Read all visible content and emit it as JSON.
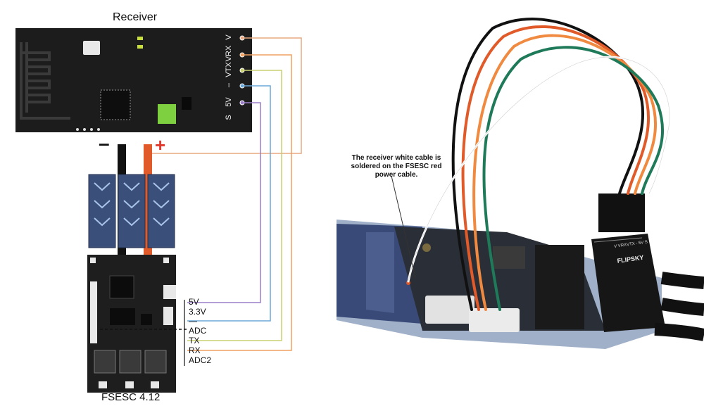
{
  "receiver": {
    "title": "Receiver",
    "pins": [
      "V",
      "VRX",
      "VTX",
      "–",
      "5V",
      "S"
    ]
  },
  "esc": {
    "title": "FSESC 4.12",
    "pins": [
      "5V",
      "3.3V",
      "—",
      "ADC",
      "TX",
      "RX",
      "ADC2"
    ]
  },
  "power_signs": {
    "minus": "–",
    "plus": "+"
  },
  "photo": {
    "callout": "The receiver white cable is soldered on the FSESC red power cable.",
    "module_label": "V VRXVTX - 5V S",
    "module_brand": "FLIPSKY"
  },
  "wire_colors": {
    "V": "#e8a882",
    "VRX": "#f0a060",
    "VTX": "#c8d070",
    "GND": "#6aa8d8",
    "5V": "#9a7fc8",
    "red_power": "#e05a2a",
    "black_power": "#111111"
  }
}
